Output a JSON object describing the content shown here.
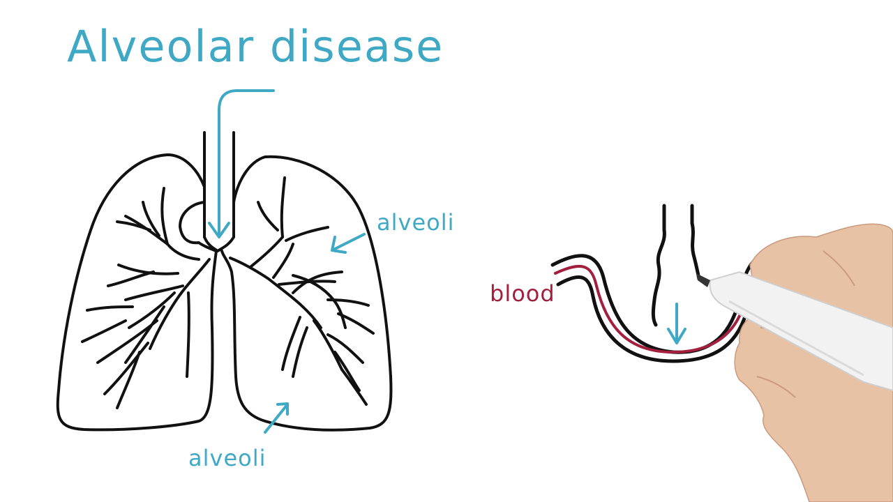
{
  "title": "Alveolar disease",
  "labels": {
    "alveoli_right": "alveoli",
    "alveoli_bottom": "alveoli",
    "blood": "blood"
  },
  "colors": {
    "ink": "#111111",
    "accent_blue": "#3fa9c5",
    "blood_red": "#a31f3e",
    "skin": "#e8c2a4",
    "marker_body": "#f2f2f2"
  },
  "icons": {
    "lungs": "lungs-icon",
    "alveolus": "alveolus-icon",
    "hand": "hand-icon",
    "marker": "marker-icon"
  }
}
